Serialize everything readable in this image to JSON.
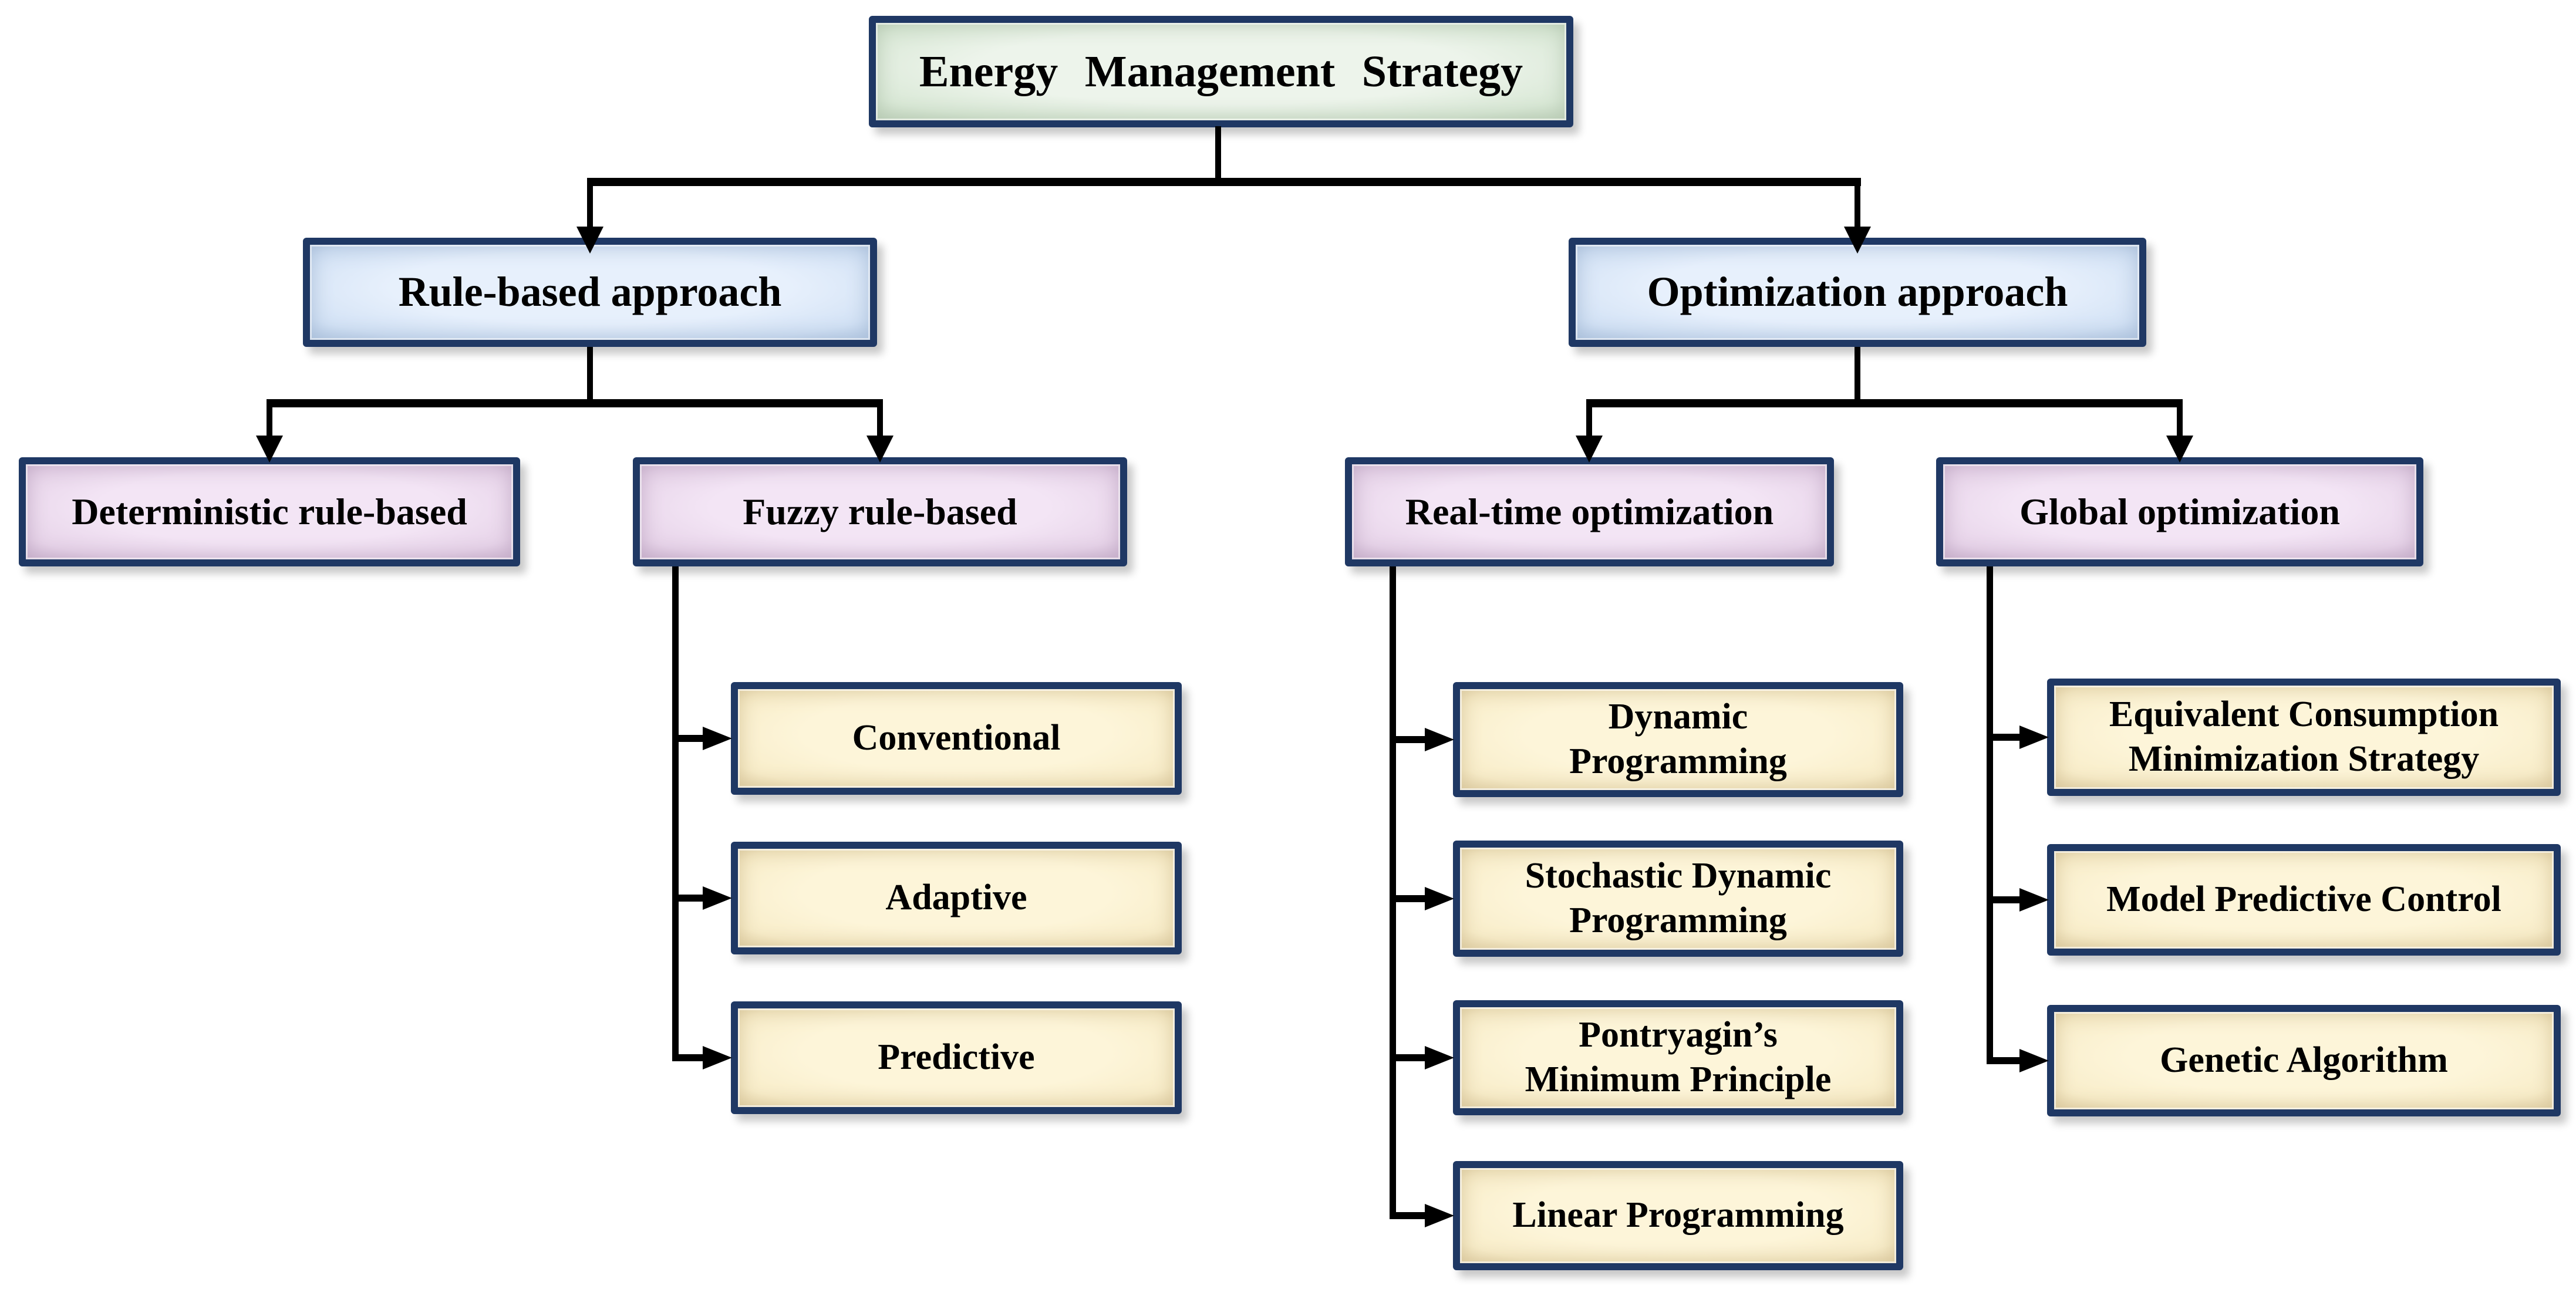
{
  "nodes": {
    "root": {
      "label": "Energy Management Strategy"
    },
    "rule_based": {
      "label": "Rule-based approach"
    },
    "optimization": {
      "label": "Optimization approach"
    },
    "deterministic": {
      "label": "Deterministic rule-based"
    },
    "fuzzy": {
      "label": "Fuzzy rule-based"
    },
    "realtime": {
      "label": "Real-time optimization"
    },
    "global_opt": {
      "label": "Global optimization"
    },
    "fuzzy_methods": [
      "Conventional",
      "Adaptive",
      "Predictive"
    ],
    "realtime_methods": [
      "Dynamic\nProgramming",
      "Stochastic Dynamic\nProgramming",
      "Pontryagin’s\nMinimum Principle",
      "Linear Programming"
    ],
    "global_methods": [
      "Equivalent Consumption\nMinimization Strategy",
      "Model Predictive Control",
      "Genetic Algorithm"
    ]
  },
  "colors": {
    "background": "#ffffff",
    "border_navy": "#1f3864",
    "connector_black": "#000000",
    "root_fill_green": "#dcead9",
    "approach_fill_blue": "#dbe7f8",
    "category_fill_purple": "#ead8ec",
    "method_fill_cream": "#faf0cf",
    "text_black": "#000000"
  }
}
